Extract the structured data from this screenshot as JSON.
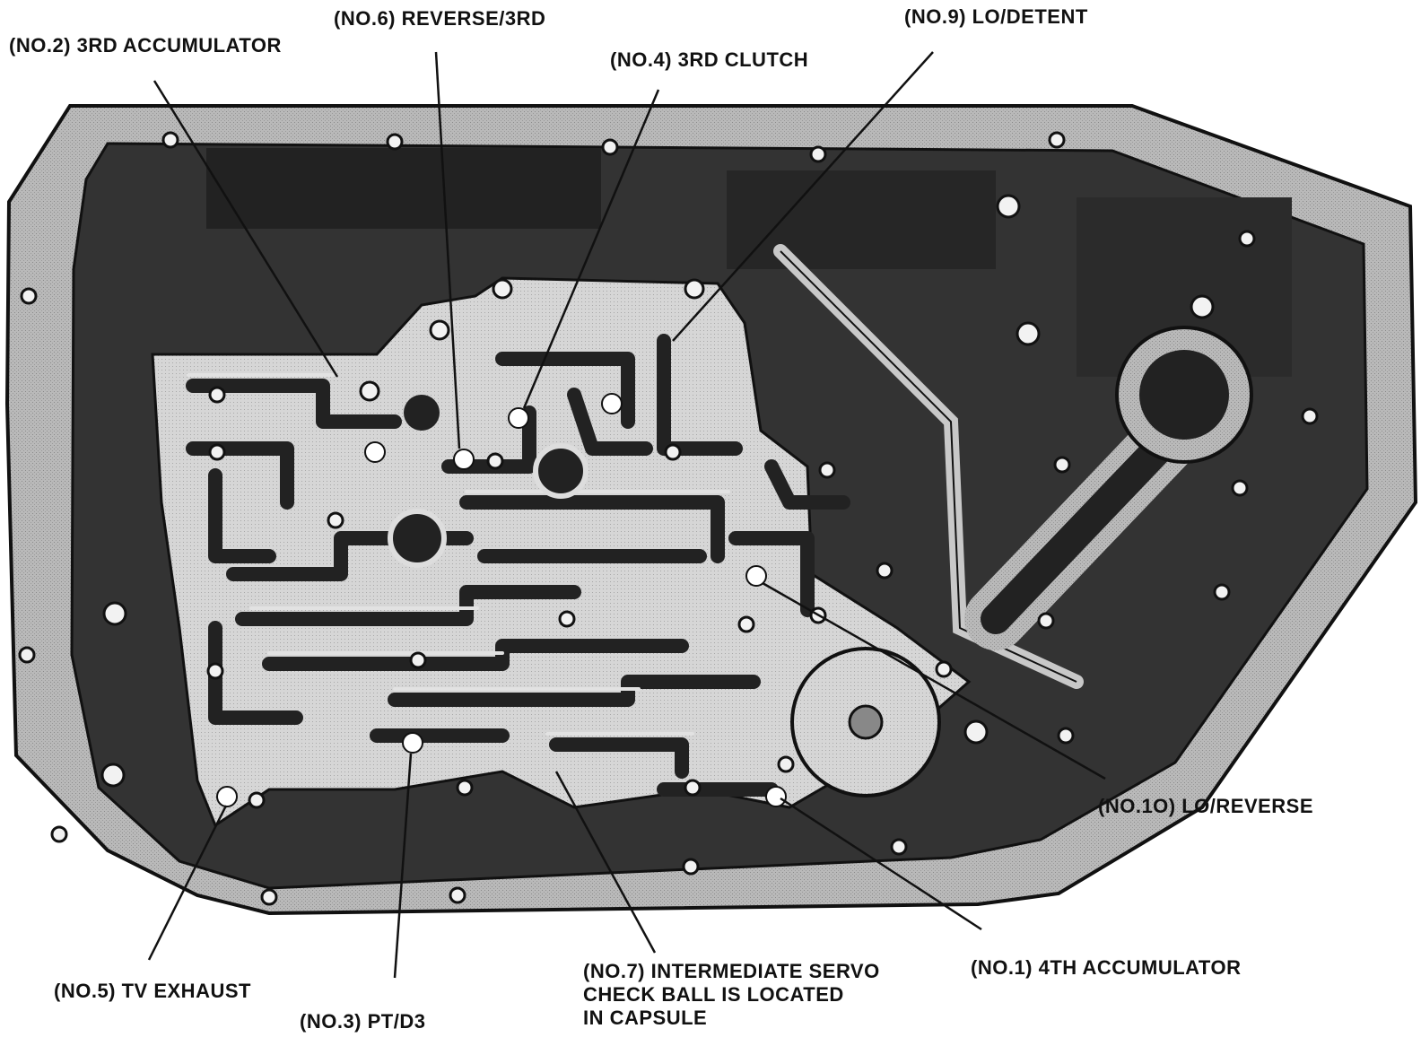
{
  "labels": {
    "no2": "(NO.2) 3RD ACCUMULATOR",
    "no6": "(NO.6) REVERSE/3RD",
    "no4": "(NO.4) 3RD CLUTCH",
    "no9": "(NO.9) LO/DETENT",
    "no10": "(NO.1O) LO/REVERSE",
    "no1": "(NO.1) 4TH ACCUMULATOR",
    "no5": "(NO.5) TV EXHAUST",
    "no3": "(NO.3) PT/D3",
    "no7": [
      "(NO.7) INTERMEDIATE SERVO",
      "CHECK BALL IS LOCATED",
      "IN CAPSULE"
    ]
  },
  "colors": {
    "flange": "#b4b4b4",
    "cavity": "#333333",
    "passage_wall": "#d8d8d8",
    "check_ball": "#ffffff",
    "line": "#111111"
  }
}
